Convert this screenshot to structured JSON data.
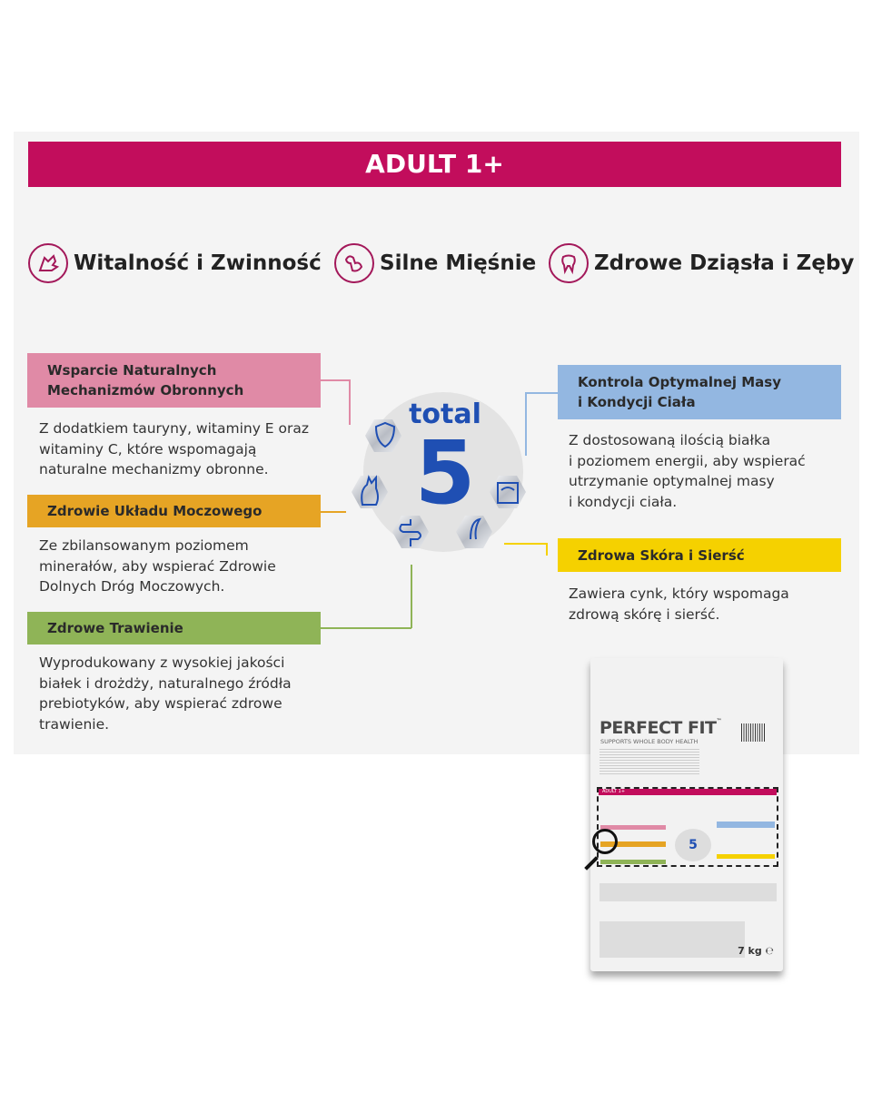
{
  "banner": {
    "title": "ADULT 1+",
    "color": "#c20d5c"
  },
  "benefits": [
    {
      "label": "Witalność i Zwinność",
      "icon": "cat-paw-icon"
    },
    {
      "label": "Silne Mięśnie",
      "icon": "muscle-icon"
    },
    {
      "label": "Zdrowe Dziąsła i Zęby",
      "icon": "tooth-icon"
    }
  ],
  "features": [
    {
      "title": "Wsparcie Naturalnych\nMechanizmów Obronnych",
      "text": "Z dodatkiem tauryny, witaminy E oraz\nwitaminy C, które wspomagają\nnaturalne mechanizmy obronne.",
      "color": "#e08aa6"
    },
    {
      "title": "Zdrowie Układu Moczowego",
      "text": "Ze zbilansowanym poziomem\nminerałów, aby wspierać Zdrowie\nDolnych Dróg Moczowych.",
      "color": "#e6a424"
    },
    {
      "title": "Zdrowe Trawienie",
      "text": "Wyprodukowany z wysokiej jakości\nbiałek i drożdży, naturalnego źródła\nprebiotyków, aby wspierać zdrowe\ntrawienie.",
      "color": "#8fb457"
    },
    {
      "title": "Kontrola Optymalnej Masy\ni Kondycji Ciała",
      "text": "Z dostosowaną ilością białka\ni poziomem energii, aby wspierać\nutrzymanie optymalnej masy\ni kondycji ciała.",
      "color": "#93b7e1"
    },
    {
      "title": "Zdrowa  Skóra i Sierść",
      "text": "Zawiera cynk, który wspomaga\nzdrową skórę i sierść.",
      "color": "#f5d100"
    }
  ],
  "hub": {
    "word": "total",
    "number": "5",
    "color": "#1f4fb3"
  },
  "package": {
    "brand": "PERFECT FIT",
    "tm": "™",
    "tagline": "SUPPORTS WHOLE BODY HEALTH",
    "mini_banner": "ADULT 1+",
    "weight": "7 kg",
    "weight_mark": "℮"
  }
}
